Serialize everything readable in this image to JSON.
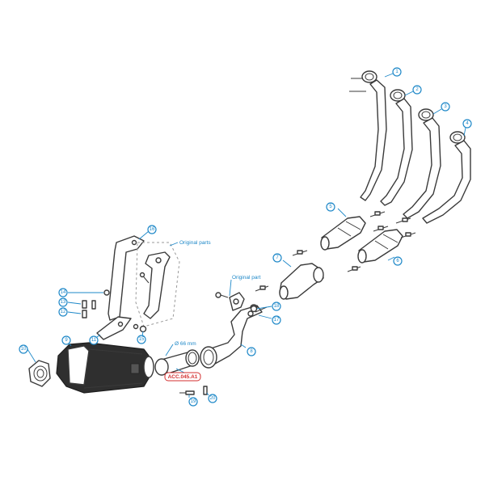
{
  "diagram": {
    "callouts": [
      "1",
      "2",
      "3",
      "4",
      "5",
      "6",
      "7",
      "8",
      "9",
      "10",
      "11",
      "12",
      "13",
      "14",
      "15",
      "16",
      "17",
      "18",
      "19",
      "20"
    ],
    "notes": {
      "original_parts": "Original parts",
      "original_part": "Original part",
      "diameter": "Ø 66 mm",
      "accessory_code": "ACC.045.A1"
    },
    "colors": {
      "callout": "#1e88c8",
      "accessory": "#d32f2f",
      "line": "#3a3a3a"
    }
  }
}
